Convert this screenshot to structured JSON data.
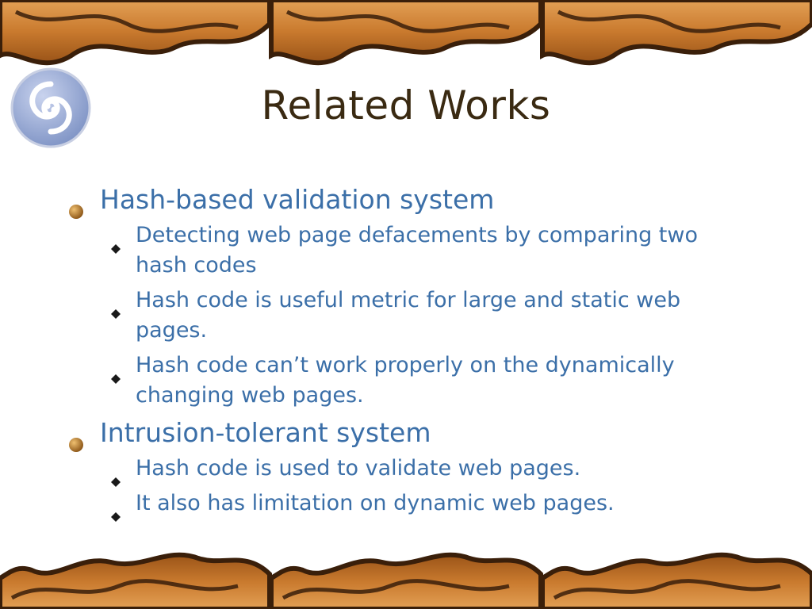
{
  "slide": {
    "title": "Related Works",
    "bullets": [
      {
        "text": "Hash-based validation system",
        "sub": [
          "Detecting web page defacements by comparing two hash codes",
          "Hash code is useful metric for large and static web pages.",
          "Hash code can’t work properly on the dynamically changing web pages."
        ]
      },
      {
        "text": "Intrusion-tolerant system",
        "sub": [
          "Hash code is used to validate web pages.",
          "It also has limitation on dynamic web pages."
        ]
      }
    ]
  },
  "decorations": {
    "border_style": "wavy-wood-band",
    "logo_icon": "swirl-logo-icon",
    "level1_bullet_icon": "orb-bullet-icon",
    "level2_bullet_icon": "diamond-bullet-icon"
  },
  "colors": {
    "title": "#3a2a12",
    "text": "#3b6fa8",
    "wood_light": "#d88a3a",
    "wood_dark": "#3a1f0a",
    "logo_fill": "#8fa3cf"
  }
}
